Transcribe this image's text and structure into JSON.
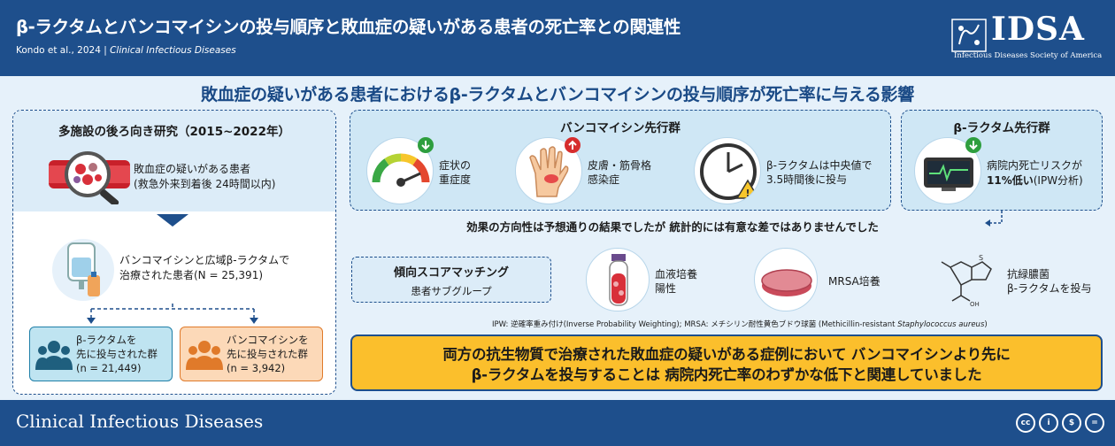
{
  "header": {
    "title": "β-ラクタムとバンコマイシンの投与順序と敗血症の疑いがある患者の死亡率との関連性",
    "citation_authors": "Kondo et al., 2024 | ",
    "citation_journal": "Clinical Infectious Diseases",
    "logo_text": "IDSA",
    "logo_subtitle": "Infectious Diseases Society of America"
  },
  "main_title": "敗血症の疑いがある患者におけるβ-ラクタムとバンコマイシンの投与順序が死亡率に与える影響",
  "study": {
    "title": "多施設の後ろ向き研究（2015~2022年）",
    "population_line1": "敗血症の疑いがある患者",
    "population_line2": "(救急外来到着後 24時間以内)",
    "treated_line1": "バンコマイシンと広域β-ラクタムで",
    "treated_line2": "治療された患者(N = 25,391)",
    "group_beta": {
      "line1": "β-ラクタムを",
      "line2": "先に投与された群",
      "line3": "(n = 21,449)"
    },
    "group_vanco": {
      "line1": "バンコマイシンを",
      "line2": "先に投与された群",
      "line3": "(n = 3,942)"
    }
  },
  "vanco_first": {
    "title": "バンコマイシン先行群",
    "severity_line1": "症状の",
    "severity_line2": "重症度",
    "infection_line1": "皮膚・筋骨格",
    "infection_line2": "感染症",
    "timing_line1": "β-ラクタムは中央値で",
    "timing_line2": "3.5時間後に投与"
  },
  "beta_first": {
    "title": "β-ラクタム先行群",
    "risk_line1": "病院内死亡リスクが",
    "risk_pct": "11%低い",
    "risk_method": "(IPW分析)"
  },
  "effect_text": "効果の方向性は予想通りの結果でしたが 統計的には有意な差ではありませんでした",
  "psm": {
    "title": "傾向スコアマッチング",
    "subtitle": "患者サブグループ"
  },
  "subgroups": {
    "blood_line1": "血液培養",
    "blood_line2": "陽性",
    "mrsa": "MRSA培養",
    "anti_line1": "抗緑膿菌",
    "anti_line2": "β-ラクタムを投与"
  },
  "note": {
    "text1": "IPW: 逆確率重み付け(Inverse Probability Weighting); MRSA: メチシリン耐性黄色ブドウ球菌 (Methicillin-resistant ",
    "italic": "Staphylococcus aureus",
    "text2": ")"
  },
  "conclusion": {
    "line1": "両方の抗生物質で治療された敗血症の疑いがある症例において バンコマイシンより先に",
    "line2": "β-ラクタムを投与することは 病院内死亡率のわずかな低下と関連していました"
  },
  "footer": {
    "journal": "Clinical Infectious Diseases",
    "license_icons": [
      "cc-icon",
      "by-icon",
      "nc-icon",
      "nd-icon"
    ],
    "license_glyphs": [
      "cc",
      "i",
      "$",
      "="
    ]
  },
  "colors": {
    "navy": "#1e4f8c",
    "yellow": "#fbbf2c",
    "teal": "#1f7fa8",
    "orange": "#e07a2a",
    "green": "#2e9e3e",
    "red": "#d62d2d"
  }
}
